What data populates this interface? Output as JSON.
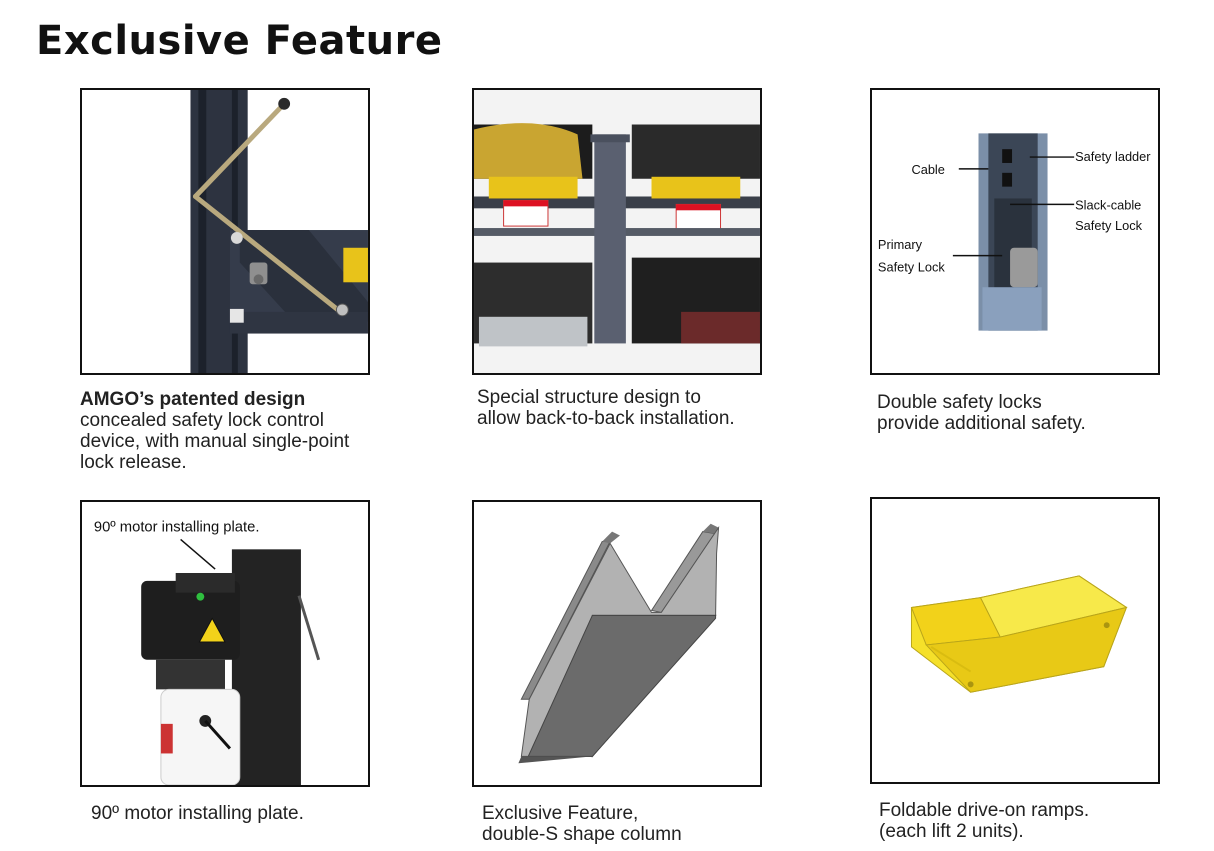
{
  "title": "Exclusive Feature",
  "features": [
    {
      "caption_bold": "AMGO’s patented design",
      "caption_lines": [
        "concealed safety lock control",
        "device, with manual single-point",
        "lock release."
      ]
    },
    {
      "caption_lines": [
        "Special structure design to",
        "allow back-to-back installation."
      ]
    },
    {
      "caption_lines": [
        "Double safety locks",
        "provide additional safety."
      ],
      "labels": {
        "cable": "Cable",
        "safety_ladder": "Safety ladder",
        "slack_cable_1": "Slack-cable",
        "slack_cable_2": "Safety Lock",
        "primary_1": "Primary",
        "primary_2": "Safety Lock"
      }
    },
    {
      "caption_lines": [
        "90º motor installing plate."
      ],
      "label": "90º motor installing plate."
    },
    {
      "caption_lines": [
        "Exclusive Feature,",
        "double-S shape column"
      ]
    },
    {
      "caption_lines": [
        "Foldable drive-on ramps.",
        "(each lift 2 units)."
      ]
    }
  ],
  "colors": {
    "column": "#2d3340",
    "handle": "#b9a97e",
    "yellow": "#f2d21a",
    "steel": "#6e6e6e",
    "ramp": "#f5e02a"
  }
}
